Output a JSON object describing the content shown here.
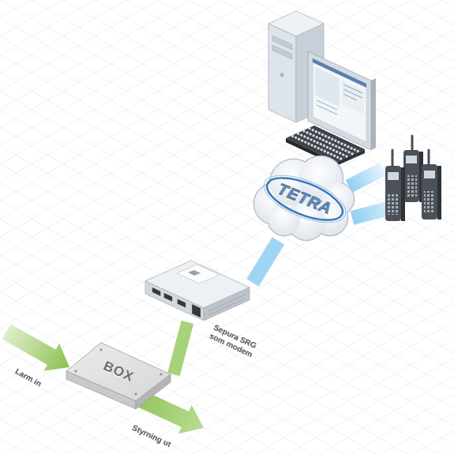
{
  "diagram": {
    "nodes": [
      {
        "text": [
          "TETRA"
        ]
      },
      {
        "text": [
          "Sepura SRG som modem"
        ]
      },
      {
        "text": [
          "BOX"
        ]
      }
    ],
    "edges": [
      {
        "from": 2,
        "to": 1,
        "arrow": "none"
      },
      {
        "from": 1,
        "to": 0,
        "arrow": "none"
      }
    ],
    "labels": [
      "Larm in",
      "Styrning ut"
    ]
  }
}
